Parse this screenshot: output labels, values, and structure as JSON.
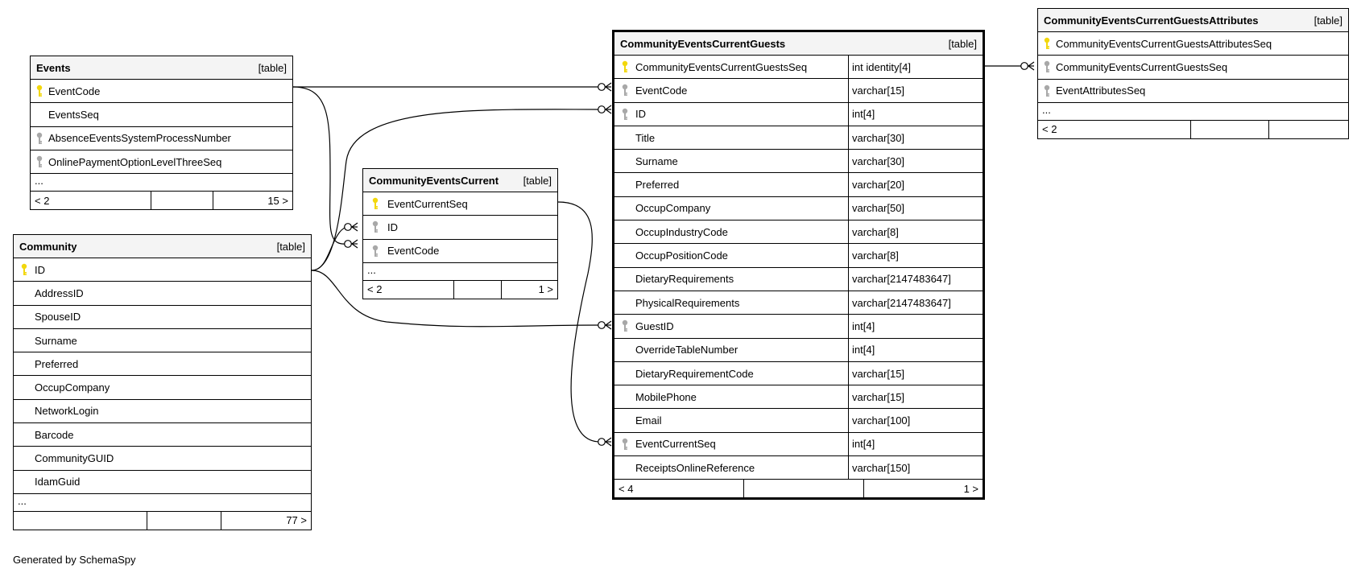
{
  "tables": {
    "events": {
      "name": "Events",
      "type": "[table]",
      "columns": [
        {
          "name": "EventCode",
          "key": "primary"
        },
        {
          "name": "EventsSeq",
          "key": "none"
        },
        {
          "name": "AbsenceEventsSystemProcessNumber",
          "key": "foreign"
        },
        {
          "name": "OnlinePaymentOptionLevelThreeSeq",
          "key": "foreign"
        }
      ],
      "more": "...",
      "footer": {
        "parents": "< 2",
        "mid": "",
        "children": "15 >"
      }
    },
    "community": {
      "name": "Community",
      "type": "[table]",
      "columns": [
        {
          "name": "ID",
          "key": "primary"
        },
        {
          "name": "AddressID",
          "key": "none"
        },
        {
          "name": "SpouseID",
          "key": "none"
        },
        {
          "name": "Surname",
          "key": "none"
        },
        {
          "name": "Preferred",
          "key": "none"
        },
        {
          "name": "OccupCompany",
          "key": "none"
        },
        {
          "name": "NetworkLogin",
          "key": "none"
        },
        {
          "name": "Barcode",
          "key": "none"
        },
        {
          "name": "CommunityGUID",
          "key": "none"
        },
        {
          "name": "IdamGuid",
          "key": "none"
        }
      ],
      "more": "...",
      "footer": {
        "parents": "",
        "mid": "",
        "children": "77 >"
      }
    },
    "current": {
      "name": "CommunityEventsCurrent",
      "type": "[table]",
      "columns": [
        {
          "name": "EventCurrentSeq",
          "key": "primary"
        },
        {
          "name": "ID",
          "key": "foreign"
        },
        {
          "name": "EventCode",
          "key": "foreign"
        }
      ],
      "more": "...",
      "footer": {
        "parents": "< 2",
        "mid": "",
        "children": "1 >"
      }
    },
    "guests": {
      "name": "CommunityEventsCurrentGuests",
      "type": "[table]",
      "columns": [
        {
          "name": "CommunityEventsCurrentGuestsSeq",
          "type": "int identity[4]",
          "key": "primary"
        },
        {
          "name": "EventCode",
          "type": "varchar[15]",
          "key": "foreign"
        },
        {
          "name": "ID",
          "type": "int[4]",
          "key": "foreign"
        },
        {
          "name": "Title",
          "type": "varchar[30]",
          "key": "none"
        },
        {
          "name": "Surname",
          "type": "varchar[30]",
          "key": "none"
        },
        {
          "name": "Preferred",
          "type": "varchar[20]",
          "key": "none"
        },
        {
          "name": "OccupCompany",
          "type": "varchar[50]",
          "key": "none"
        },
        {
          "name": "OccupIndustryCode",
          "type": "varchar[8]",
          "key": "none"
        },
        {
          "name": "OccupPositionCode",
          "type": "varchar[8]",
          "key": "none"
        },
        {
          "name": "DietaryRequirements",
          "type": "varchar[2147483647]",
          "key": "none"
        },
        {
          "name": "PhysicalRequirements",
          "type": "varchar[2147483647]",
          "key": "none"
        },
        {
          "name": "GuestID",
          "type": "int[4]",
          "key": "foreign"
        },
        {
          "name": "OverrideTableNumber",
          "type": "int[4]",
          "key": "none"
        },
        {
          "name": "DietaryRequirementCode",
          "type": "varchar[15]",
          "key": "none"
        },
        {
          "name": "MobilePhone",
          "type": "varchar[15]",
          "key": "none"
        },
        {
          "name": "Email",
          "type": "varchar[100]",
          "key": "none"
        },
        {
          "name": "EventCurrentSeq",
          "type": "int[4]",
          "key": "foreign"
        },
        {
          "name": "ReceiptsOnlineReference",
          "type": "varchar[150]",
          "key": "none"
        }
      ],
      "footer": {
        "parents": "< 4",
        "mid": "",
        "children": "1 >"
      }
    },
    "attributes": {
      "name": "CommunityEventsCurrentGuestsAttributes",
      "type": "[table]",
      "columns": [
        {
          "name": "CommunityEventsCurrentGuestsAttributesSeq",
          "key": "primary"
        },
        {
          "name": "CommunityEventsCurrentGuestsSeq",
          "key": "foreign"
        },
        {
          "name": "EventAttributesSeq",
          "key": "foreign"
        }
      ],
      "more": "...",
      "footer": {
        "parents": "< 2",
        "mid": "",
        "children": ""
      }
    }
  },
  "credit": "Generated by SchemaSpy",
  "colors": {
    "primary_key": "#f2d70c",
    "foreign_key": "#a8a8a8",
    "header_bg": "#f4f4f4",
    "line": "#000000"
  }
}
